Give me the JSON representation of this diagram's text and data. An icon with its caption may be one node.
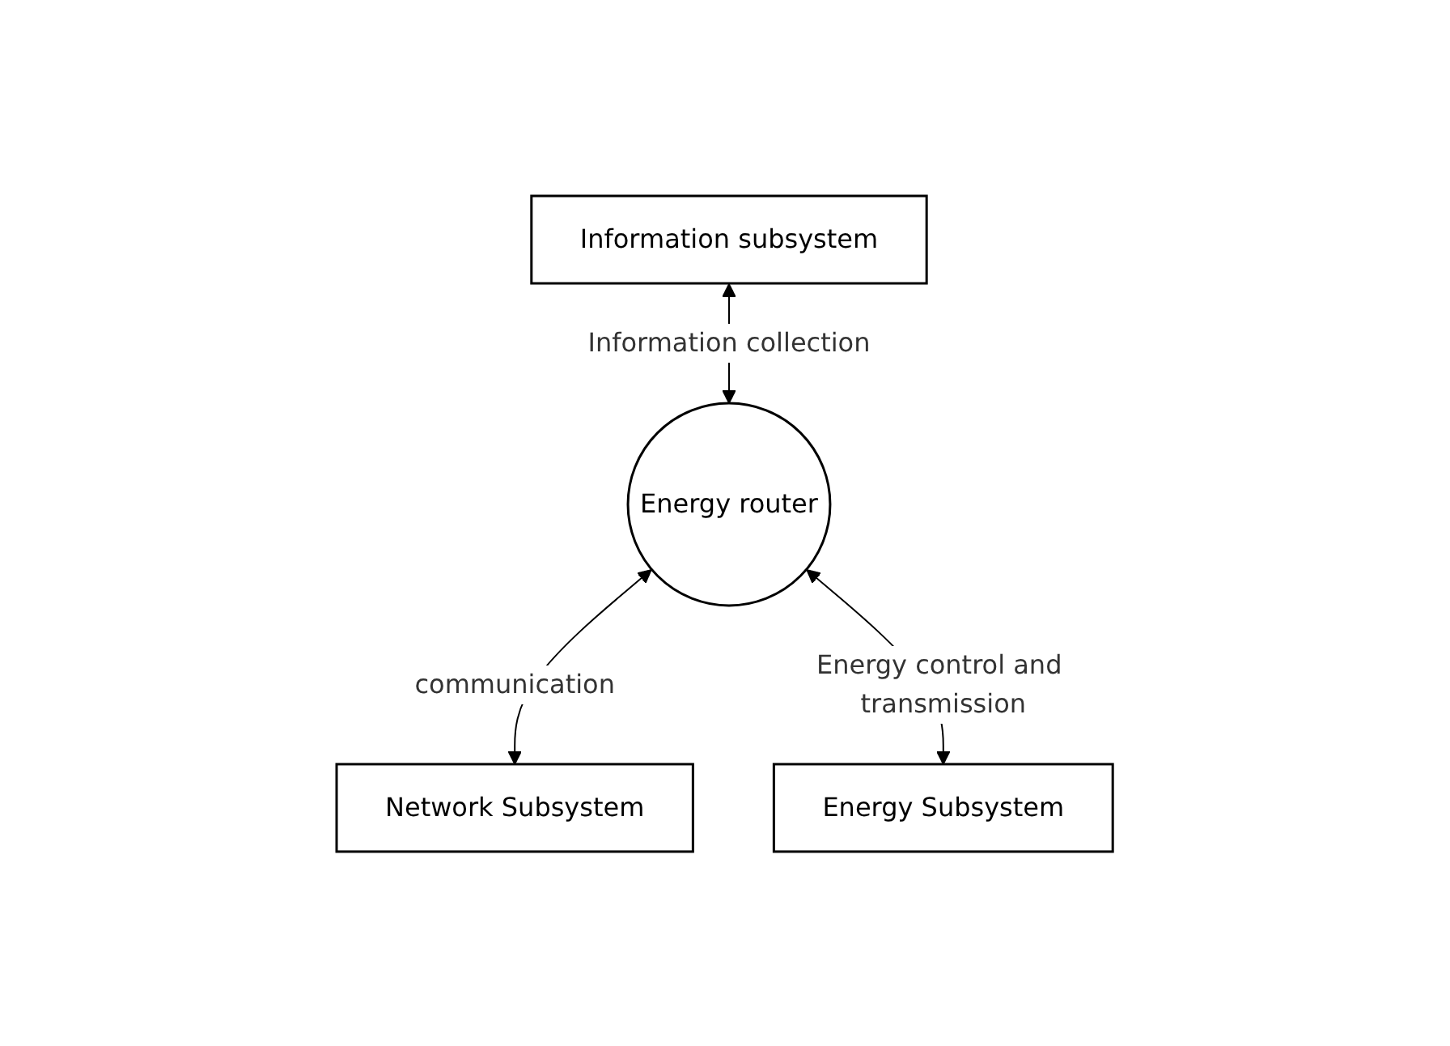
{
  "diagram": {
    "nodes": [
      {
        "text": [
          "Information subsystem"
        ]
      },
      {
        "text": [
          "Energy router"
        ]
      },
      {
        "text": [
          "Network Subsystem"
        ]
      },
      {
        "text": [
          "Energy Subsystem"
        ]
      }
    ],
    "edges": [
      {
        "from": 0,
        "to": 1,
        "arrow": "both",
        "label": "Information collection"
      },
      {
        "from": 1,
        "to": 2,
        "arrow": "both",
        "label": "communication"
      },
      {
        "from": 1,
        "to": 3,
        "arrow": "both",
        "label": "Energy control and transmission"
      }
    ]
  }
}
